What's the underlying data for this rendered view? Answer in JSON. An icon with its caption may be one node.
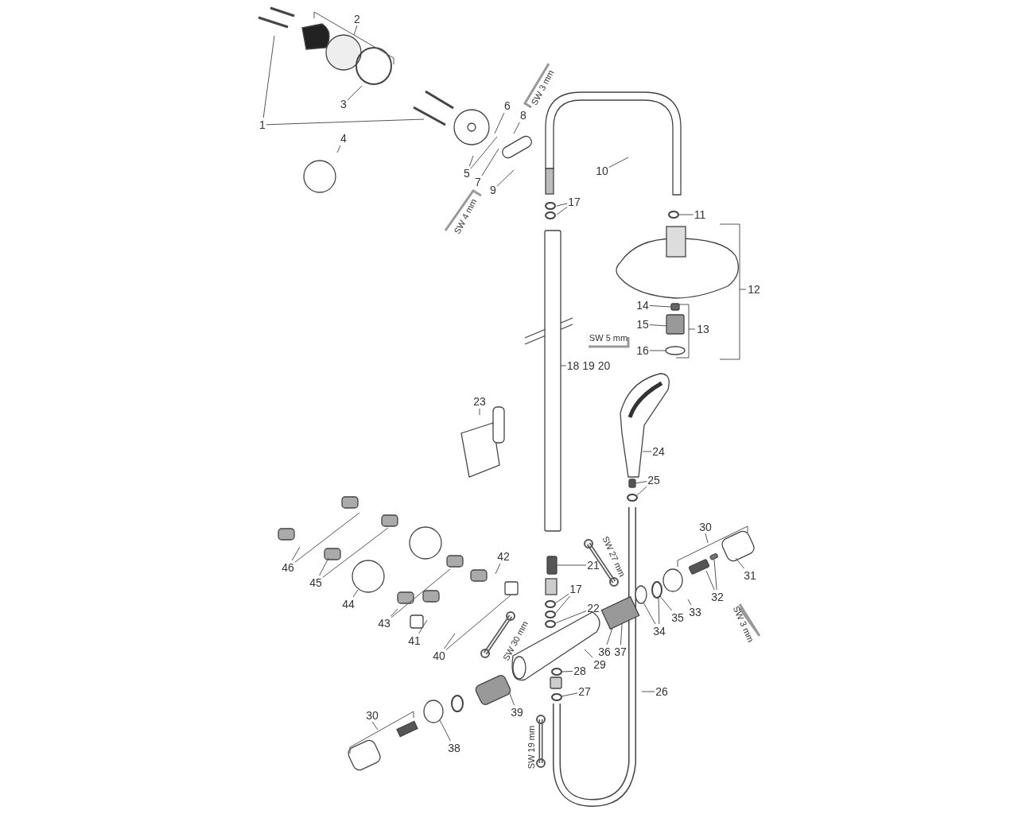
{
  "diagram": {
    "nodes": [
      {
        "text": [
          "1"
        ]
      },
      {
        "text": [
          "2"
        ]
      },
      {
        "text": [
          "3"
        ]
      },
      {
        "text": [
          "4"
        ]
      },
      {
        "text": [
          "5"
        ]
      },
      {
        "text": [
          "6"
        ]
      },
      {
        "text": [
          "7"
        ]
      },
      {
        "text": [
          "8"
        ]
      },
      {
        "text": [
          "9"
        ]
      },
      {
        "text": [
          "10"
        ]
      },
      {
        "text": [
          "11"
        ]
      },
      {
        "text": [
          "12"
        ]
      },
      {
        "text": [
          "13"
        ]
      },
      {
        "text": [
          "14"
        ]
      },
      {
        "text": [
          "15"
        ]
      },
      {
        "text": [
          "16"
        ]
      },
      {
        "text": [
          "17"
        ]
      },
      {
        "text": [
          "18 19 20"
        ]
      },
      {
        "text": [
          "21"
        ]
      },
      {
        "text": [
          "17"
        ]
      },
      {
        "text": [
          "22"
        ]
      },
      {
        "text": [
          "23"
        ]
      },
      {
        "text": [
          "24"
        ]
      },
      {
        "text": [
          "25"
        ]
      },
      {
        "text": [
          "26"
        ]
      },
      {
        "text": [
          "27"
        ]
      },
      {
        "text": [
          "28"
        ]
      },
      {
        "text": [
          "29"
        ]
      },
      {
        "text": [
          "30"
        ]
      },
      {
        "text": [
          "31"
        ]
      },
      {
        "text": [
          "32"
        ]
      },
      {
        "text": [
          "33"
        ]
      },
      {
        "text": [
          "34"
        ]
      },
      {
        "text": [
          "35"
        ]
      },
      {
        "text": [
          "36"
        ]
      },
      {
        "text": [
          "37"
        ]
      },
      {
        "text": [
          "38"
        ]
      },
      {
        "text": [
          "39"
        ]
      },
      {
        "text": [
          "40"
        ]
      },
      {
        "text": [
          "41"
        ]
      },
      {
        "text": [
          "42"
        ]
      },
      {
        "text": [
          "43"
        ]
      },
      {
        "text": [
          "44"
        ]
      },
      {
        "text": [
          "45"
        ]
      },
      {
        "text": [
          "46"
        ]
      },
      {
        "text": [
          "30"
        ]
      },
      {
        "text": [],
        "shape": "circle"
      },
      {
        "text": [],
        "shape": "box"
      },
      {
        "text": [],
        "shape": "box"
      },
      {
        "text": [],
        "shape": "circle"
      },
      {
        "text": [],
        "shape": "box"
      },
      {
        "text": [],
        "shape": "circle"
      },
      {
        "text": [],
        "shape": "circle"
      },
      {
        "text": [],
        "shape": "circle"
      },
      {
        "text": [],
        "shape": "picture"
      },
      {
        "text": [],
        "shape": "box"
      },
      {
        "text": [],
        "shape": "box"
      },
      {
        "text": [],
        "shape": "circle"
      },
      {
        "text": [],
        "shape": "box"
      },
      {
        "text": [],
        "shape": "circle"
      },
      {
        "text": [],
        "shape": "circle"
      },
      {
        "text": [],
        "shape": "circle"
      },
      {
        "text": [],
        "shape": "circle"
      },
      {
        "text": [],
        "shape": "box"
      },
      {
        "text": [],
        "shape": "box"
      },
      {
        "text": [],
        "shape": "circle"
      }
    ],
    "edges": [
      {
        "from": 0,
        "to": null,
        "arrow": "none"
      },
      {
        "from": 0,
        "to": null,
        "arrow": "none"
      },
      {
        "from": 2,
        "to": null,
        "arrow": "none"
      },
      {
        "from": 3,
        "to": null,
        "arrow": "none"
      },
      {
        "from": 4,
        "to": null,
        "arrow": "none"
      },
      {
        "from": 4,
        "to": null,
        "arrow": "none"
      },
      {
        "from": 5,
        "to": null,
        "arrow": "none"
      },
      {
        "from": 6,
        "to": null,
        "arrow": "none"
      },
      {
        "from": 7,
        "to": null,
        "arrow": "none"
      },
      {
        "from": 8,
        "to": null,
        "arrow": "none"
      },
      {
        "from": 9,
        "to": null,
        "arrow": "none"
      },
      {
        "from": 10,
        "to": 46,
        "arrow": "none"
      },
      {
        "from": 13,
        "to": 47,
        "arrow": "none"
      },
      {
        "from": 14,
        "to": 48,
        "arrow": "none"
      },
      {
        "from": 15,
        "to": 49,
        "arrow": "none"
      },
      {
        "from": 16,
        "to": null,
        "arrow": "none"
      },
      {
        "from": 16,
        "to": null,
        "arrow": "none"
      },
      {
        "from": 17,
        "to": 56,
        "arrow": "none"
      },
      {
        "from": 18,
        "to": 50,
        "arrow": "none"
      },
      {
        "from": 19,
        "to": 51,
        "arrow": "none"
      },
      {
        "from": 19,
        "to": 52,
        "arrow": "none"
      },
      {
        "from": 20,
        "to": 57,
        "arrow": "none"
      },
      {
        "from": 21,
        "to": null,
        "arrow": "none"
      },
      {
        "from": 22,
        "to": null,
        "arrow": "none"
      },
      {
        "from": 23,
        "to": 58,
        "arrow": "none"
      },
      {
        "from": 23,
        "to": 53,
        "arrow": "none"
      },
      {
        "from": 24,
        "to": null,
        "arrow": "none"
      },
      {
        "from": 25,
        "to": 59,
        "arrow": "none"
      },
      {
        "from": 26,
        "to": 62,
        "arrow": "none"
      },
      {
        "from": 27,
        "to": null,
        "arrow": "none"
      },
      {
        "from": 29,
        "to": null,
        "arrow": "none"
      },
      {
        "from": 30,
        "to": 63,
        "arrow": "none"
      },
      {
        "from": 30,
        "to": 64,
        "arrow": "none"
      },
      {
        "from": 31,
        "to": null,
        "arrow": "none"
      },
      {
        "from": 32,
        "to": 60,
        "arrow": "none"
      },
      {
        "from": 32,
        "to": 61,
        "arrow": "none"
      },
      {
        "from": 33,
        "to": 61,
        "arrow": "none"
      },
      {
        "from": 34,
        "to": 54,
        "arrow": "none"
      },
      {
        "from": 35,
        "to": 54,
        "arrow": "none"
      },
      {
        "from": 36,
        "to": 65,
        "arrow": "none"
      },
      {
        "from": 37,
        "to": null,
        "arrow": "none"
      },
      {
        "from": 38,
        "to": null,
        "arrow": "none"
      },
      {
        "from": 38,
        "to": 55,
        "arrow": "none"
      },
      {
        "from": 39,
        "to": null,
        "arrow": "none"
      },
      {
        "from": 40,
        "to": null,
        "arrow": "none"
      },
      {
        "from": 41,
        "to": null,
        "arrow": "none"
      },
      {
        "from": 41,
        "to": null,
        "arrow": "none"
      },
      {
        "from": 42,
        "to": null,
        "arrow": "none"
      },
      {
        "from": 43,
        "to": null,
        "arrow": "none"
      },
      {
        "from": 43,
        "to": null,
        "arrow": "none"
      },
      {
        "from": 44,
        "to": null,
        "arrow": "none"
      },
      {
        "from": 44,
        "to": null,
        "arrow": "none"
      }
    ],
    "labels": [
      "SW 3 mm",
      "SW 4 mm",
      "SW 5 mm",
      "SW 27 mm",
      "SW 30 mm",
      "SW 19 mm",
      "SW 3 mm"
    ]
  }
}
